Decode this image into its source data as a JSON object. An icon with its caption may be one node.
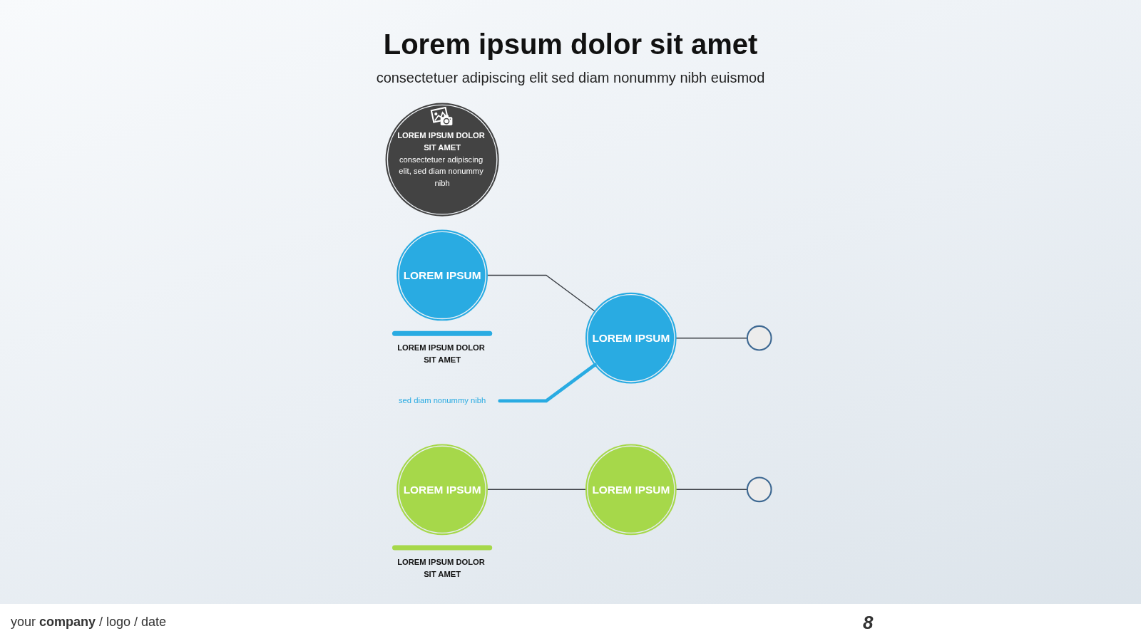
{
  "diagram": {
    "title": "Lorem ipsum dolor sit amet",
    "nodes": [
      {
        "text": [
          "LOREM IPSUM DOLOR SIT AMET",
          "consectetuer adipiscing elit, sed diam nonummy nibh"
        ]
      },
      {
        "text": [
          "LOREM IPSUM"
        ]
      },
      {
        "text": [
          "LOREM IPSUM"
        ]
      },
      {
        "text": [],
        "shape": "circle"
      },
      {
        "text": [
          "LOREM IPSUM DOLOR SIT AMET"
        ]
      },
      {
        "text": [
          "sed diam nonummy nibh"
        ]
      },
      {
        "text": [
          "LOREM IPSUM"
        ]
      },
      {
        "text": [
          "LOREM IPSUM"
        ]
      },
      {
        "text": [],
        "shape": "circle"
      },
      {
        "text": [
          "LOREM IPSUM DOLOR SIT AMET"
        ]
      }
    ],
    "edges": [
      {
        "from": 1,
        "to": 2,
        "arrow": "none"
      },
      {
        "from": 2,
        "to": 3,
        "arrow": "none"
      },
      {
        "from": 5,
        "to": 2,
        "arrow": "none",
        "style": "thick",
        "color": "#29abe2"
      },
      {
        "from": 6,
        "to": 7,
        "arrow": "none"
      },
      {
        "from": 7,
        "to": 8,
        "arrow": "none"
      }
    ],
    "labels": [
      "consectetuer adipiscing elit sed diam nonummy nibh euismod",
      "your **company** / logo / date",
      "8"
    ]
  }
}
